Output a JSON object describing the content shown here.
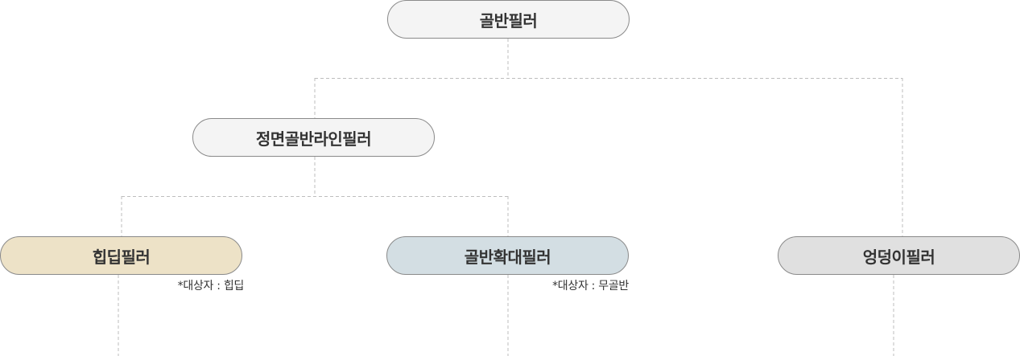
{
  "diagram": {
    "root": {
      "label": "골반필러",
      "fill": "#f4f4f4"
    },
    "level2": {
      "label": "정면골반라인필러",
      "fill": "#f4f4f4"
    },
    "leaves": [
      {
        "label": "힙딥필러",
        "fill": "#ede2c7",
        "note": "*대상자 : 힙딥"
      },
      {
        "label": "골반확대필러",
        "fill": "#d3dee3",
        "note": "*대상자 : 무골반"
      },
      {
        "label": "엉덩이필러",
        "fill": "#e0e0e0"
      }
    ],
    "connector_color": "#bdbdbd",
    "border_color": "#8a8a8a",
    "text_color": "#333333"
  }
}
